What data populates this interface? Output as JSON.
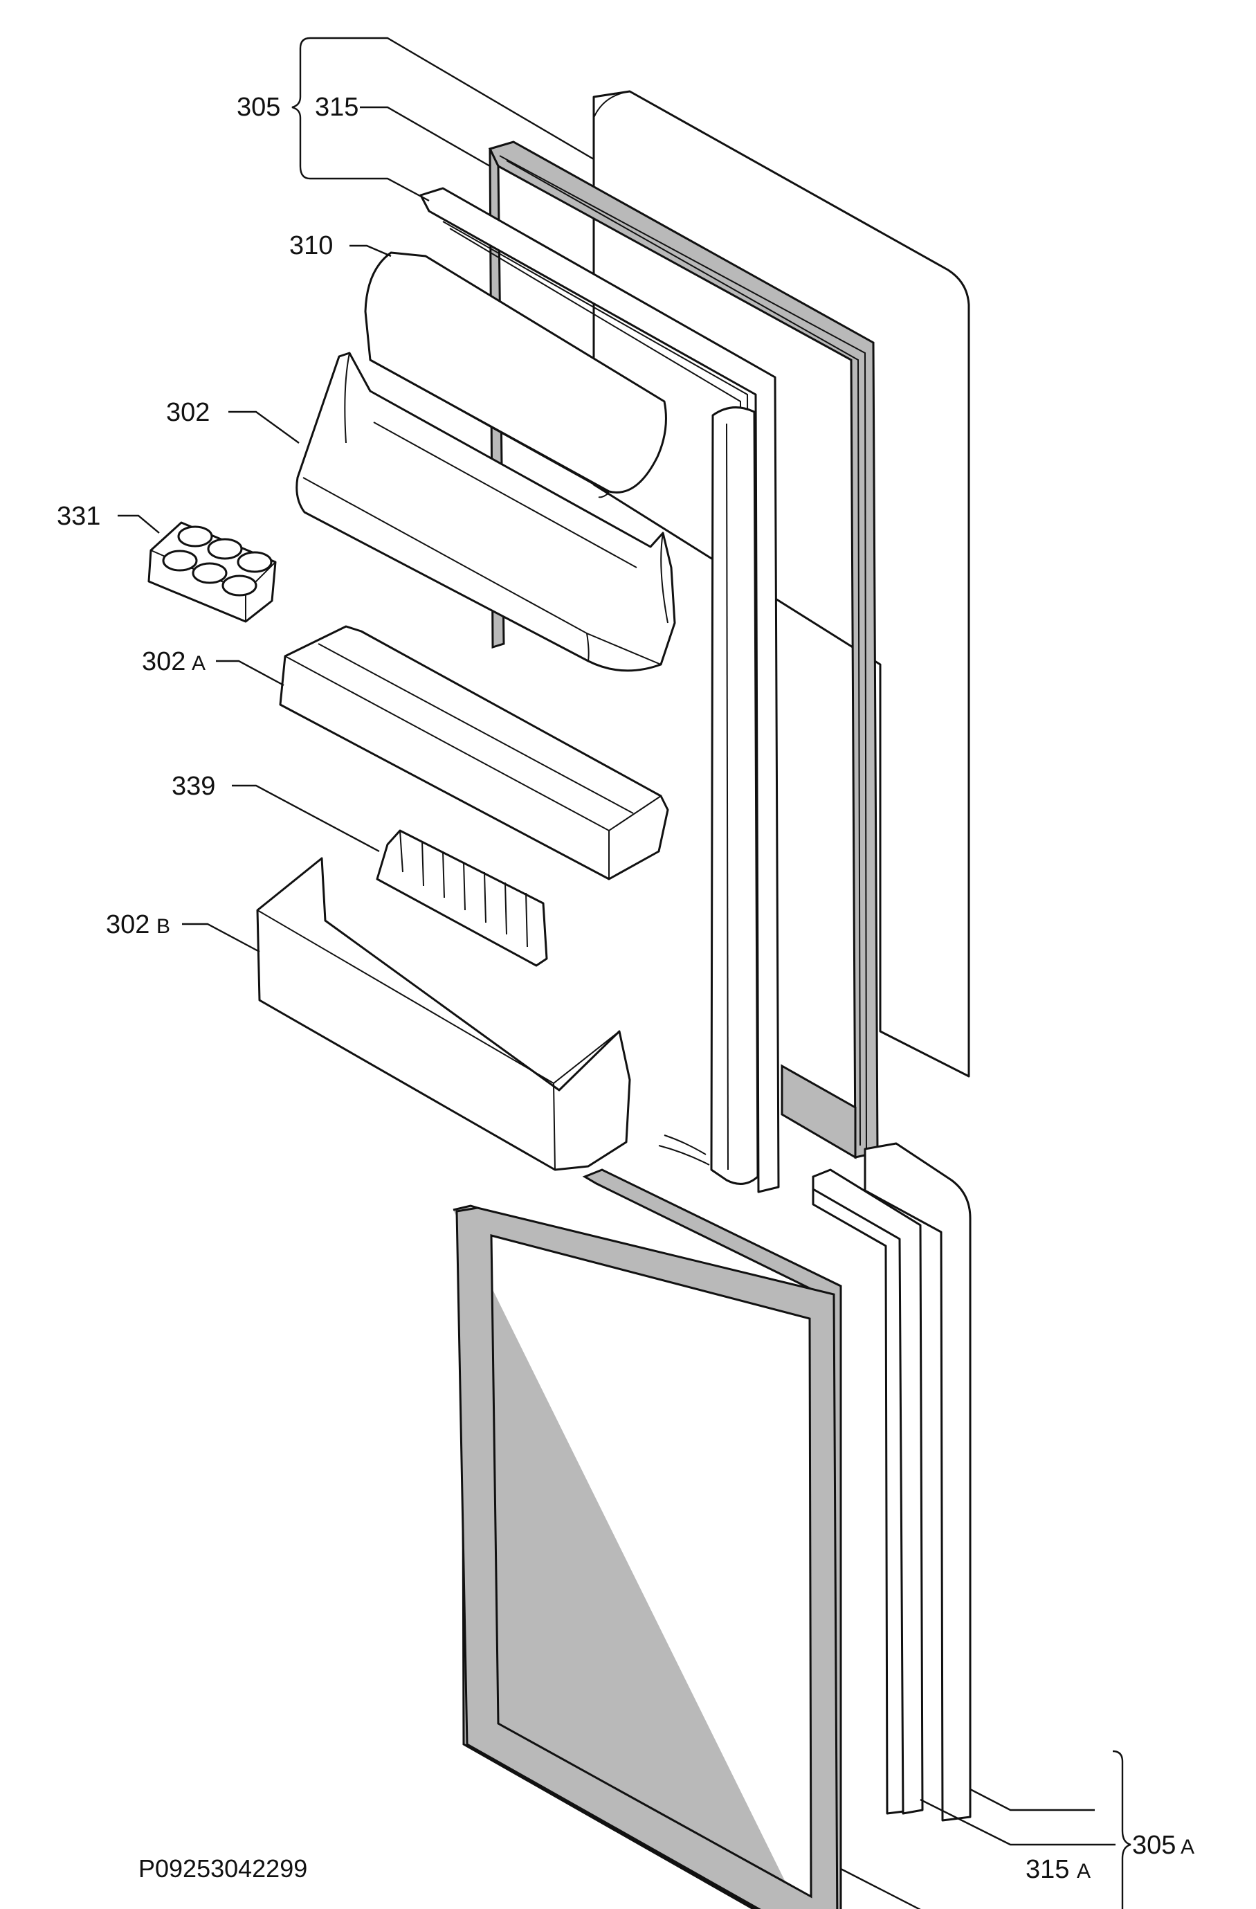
{
  "diagram": {
    "drawing_ref": "P09253042299",
    "callouts": {
      "c305": "305",
      "c315": "315",
      "c310": "310",
      "c302": "302",
      "c331": "331",
      "c302A_num": "302",
      "c302A_suf": "A",
      "c339": "339",
      "c302B_num": "302",
      "c302B_suf": "B",
      "c305A_num": "305",
      "c305A_suf": "A",
      "c315A_num": "315",
      "c315A_suf": "A"
    }
  }
}
